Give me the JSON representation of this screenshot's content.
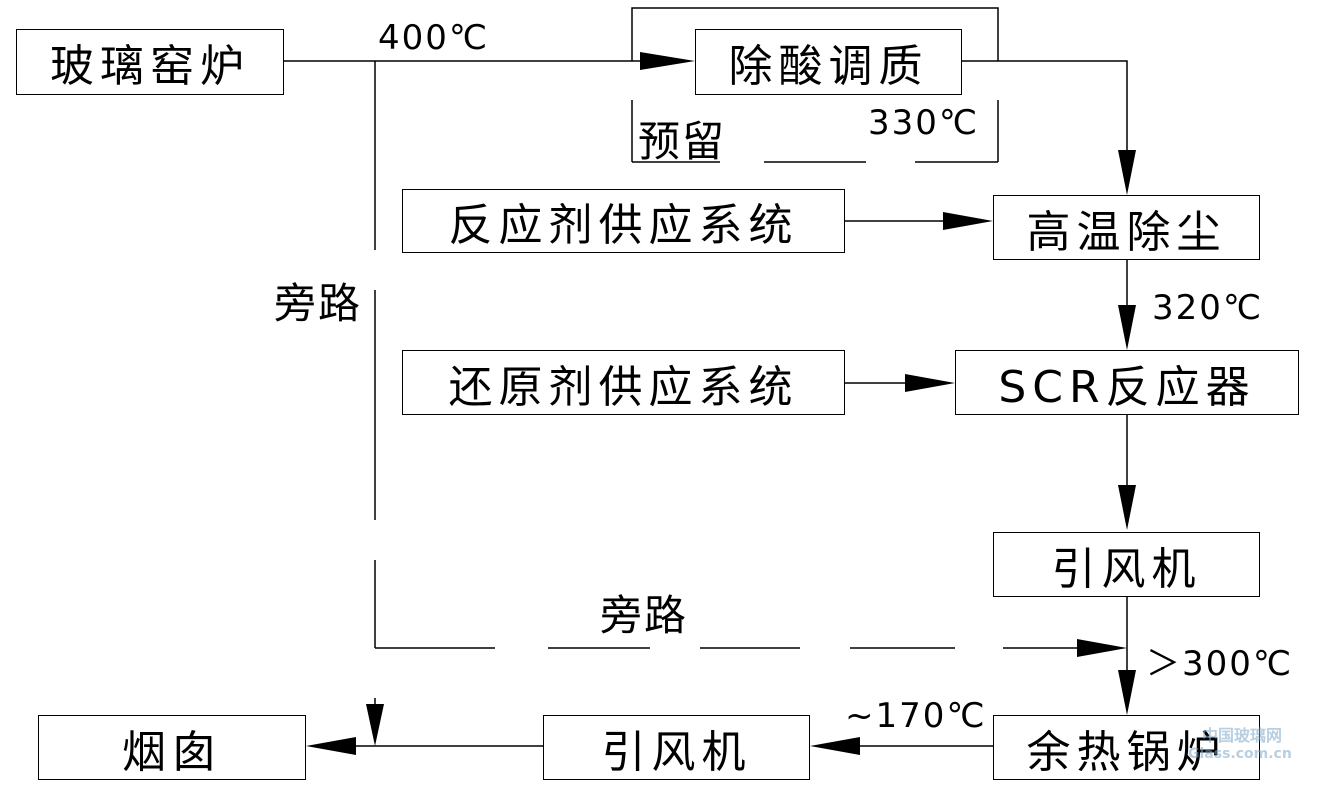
{
  "nodes": {
    "glass_kiln": "玻璃窑炉",
    "acid_removal": "除酸调质",
    "reagent_supply": "反应剂供应系统",
    "high_temp_dust": "高温除尘",
    "reductant_supply": "还原剂供应系统",
    "scr_reactor": "SCR反应器",
    "id_fan_1": "引风机",
    "waste_heat_boiler": "余热锅炉",
    "id_fan_2": "引风机",
    "chimney": "烟囱"
  },
  "labels": {
    "temp_400": "400℃",
    "reserved": "预留",
    "temp_330": "330℃",
    "bypass_vertical": "旁路",
    "temp_320": "320℃",
    "bypass_horizontal": "旁路",
    "temp_gt300": "＞300℃",
    "temp_170": "~170℃"
  },
  "watermark": {
    "line1": "中国玻璃网",
    "line2": "Glass.com.cn"
  },
  "colors": {
    "line": "#000000",
    "watermark": "#7fa8c9"
  }
}
